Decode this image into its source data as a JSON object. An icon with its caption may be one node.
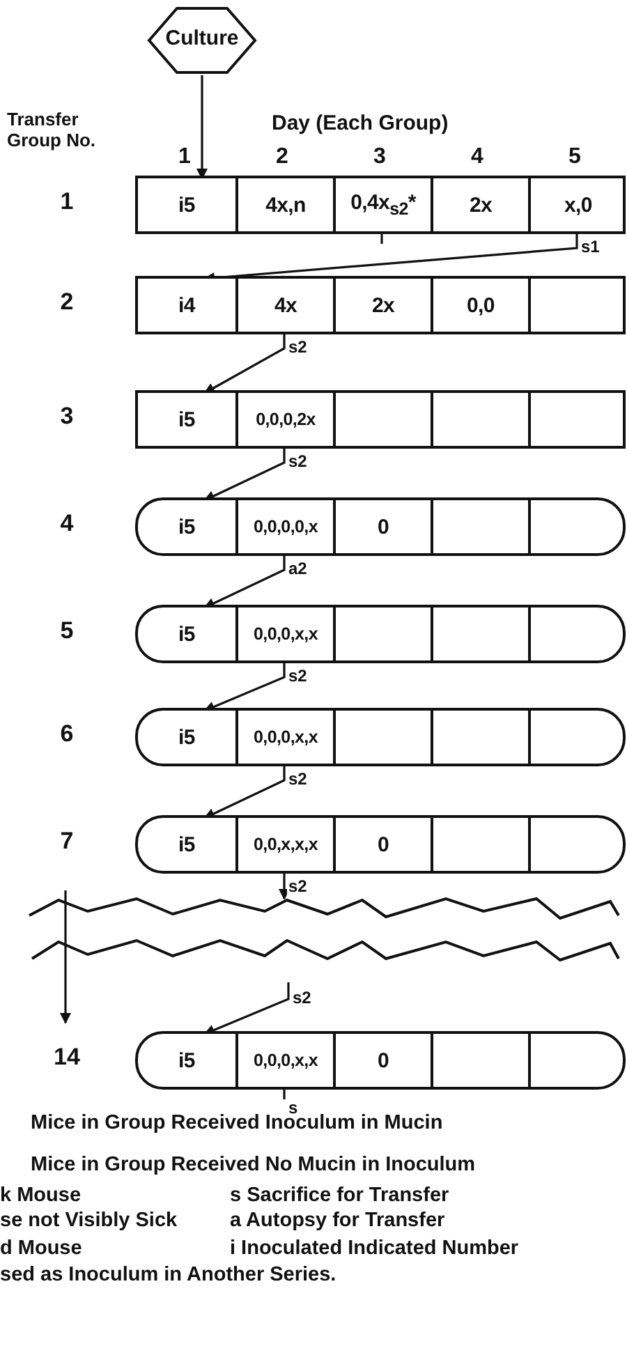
{
  "diagram": {
    "nodes": [
      {
        "text": [
          "Culture"
        ]
      },
      {
        "text": [
          "1"
        ]
      },
      {
        "text": [
          "i5"
        ],
        "in": 1
      },
      {
        "text": [
          "4x,n"
        ],
        "in": 1
      },
      {
        "text": [
          "0,4x$_{s2}$*"
        ],
        "in": 1
      },
      {
        "text": [
          "2x"
        ],
        "in": 1
      },
      {
        "text": [
          "x,0"
        ],
        "in": 1
      },
      {
        "text": [
          "2"
        ]
      },
      {
        "text": [
          "i4"
        ],
        "in": 7
      },
      {
        "text": [
          "4x"
        ],
        "in": 7
      },
      {
        "text": [
          "2x"
        ],
        "in": 7
      },
      {
        "text": [
          "0,0"
        ],
        "in": 7
      },
      {
        "text": [],
        "shape": "box",
        "in": 7
      },
      {
        "text": [
          "3"
        ]
      },
      {
        "text": [
          "i5"
        ],
        "in": 13
      },
      {
        "text": [
          "0,0,0,2x"
        ],
        "in": 13
      },
      {
        "text": [],
        "shape": "box",
        "in": 13
      },
      {
        "text": [],
        "shape": "box",
        "in": 13
      },
      {
        "text": [],
        "shape": "box",
        "in": 13
      },
      {
        "text": [
          "4"
        ]
      },
      {
        "text": [
          "i5"
        ],
        "in": 19
      },
      {
        "text": [
          "0,0,0,0,x"
        ],
        "in": 19
      },
      {
        "text": [
          "0"
        ],
        "in": 19
      },
      {
        "text": [],
        "shape": "box",
        "in": 19
      },
      {
        "text": [],
        "shape": "box",
        "in": 19
      },
      {
        "text": [
          "5"
        ]
      },
      {
        "text": [
          "i5"
        ],
        "in": 25
      },
      {
        "text": [
          "0,0,0,x,x"
        ],
        "in": 25
      },
      {
        "text": [],
        "shape": "box",
        "in": 25
      },
      {
        "text": [],
        "shape": "box",
        "in": 25
      },
      {
        "text": [],
        "shape": "box",
        "in": 25
      },
      {
        "text": [
          "6"
        ]
      },
      {
        "text": [
          "i5"
        ],
        "in": 31
      },
      {
        "text": [
          "0,0,0,x,x"
        ],
        "in": 31
      },
      {
        "text": [],
        "shape": "box",
        "in": 31
      },
      {
        "text": [],
        "shape": "box",
        "in": 31
      },
      {
        "text": [],
        "shape": "box",
        "in": 31
      },
      {
        "text": [
          "7"
        ]
      },
      {
        "text": [
          "i5"
        ],
        "in": 37
      },
      {
        "text": [
          "0,0,x,x,x"
        ],
        "in": 37
      },
      {
        "text": [
          "0"
        ],
        "in": 37
      },
      {
        "text": [],
        "shape": "box",
        "in": 37
      },
      {
        "text": [],
        "shape": "box",
        "in": 37
      },
      {
        "text": [],
        "shape": "bar"
      },
      {
        "text": [
          "14"
        ]
      },
      {
        "text": [
          "i5"
        ],
        "in": 44
      },
      {
        "text": [
          "0,0,0,x,x"
        ],
        "in": 44
      },
      {
        "text": [
          "0"
        ],
        "in": 44
      },
      {
        "text": [],
        "shape": "box",
        "in": 44
      },
      {
        "text": [],
        "shape": "box",
        "in": 44
      }
    ],
    "edges": [
      {
        "from": 0,
        "to": 2,
        "arrow": "to"
      },
      {
        "from": 4,
        "to": null,
        "arrow": "none"
      },
      {
        "from": 6,
        "to": 8,
        "arrow": "to",
        "label": "s1"
      },
      {
        "from": 9,
        "to": 14,
        "arrow": "to",
        "label": "s2"
      },
      {
        "from": 15,
        "to": 20,
        "arrow": "to",
        "label": "s2"
      },
      {
        "from": 21,
        "to": 26,
        "arrow": "to",
        "label": "a2"
      },
      {
        "from": 27,
        "to": 32,
        "arrow": "to",
        "label": "s2"
      },
      {
        "from": 33,
        "to": 38,
        "arrow": "to",
        "label": "s2"
      },
      {
        "from": 39,
        "to": 43,
        "arrow": "to",
        "label": "s2"
      },
      {
        "from": 43,
        "to": 45,
        "arrow": "to",
        "label": "s2"
      },
      {
        "from": 46,
        "to": null,
        "arrow": "none",
        "label": "s"
      },
      {
        "from": 43,
        "to": 44,
        "arrow": "to"
      }
    ],
    "labels": [
      "Transfer Group No.",
      "Day (Each Group)",
      "1",
      "2",
      "3",
      "4",
      "5",
      "Mice in Group Received Inoculum in Mucin",
      "Mice in Group Received No Mucin in Inoculum",
      "k Mouse",
      "s Sacrifice for Transfer",
      "se not Visibly Sick",
      "a Autopsy for Transfer",
      "d Mouse",
      "i Inoculated Indicated Number",
      "sed as Inoculum in Another Series."
    ]
  }
}
